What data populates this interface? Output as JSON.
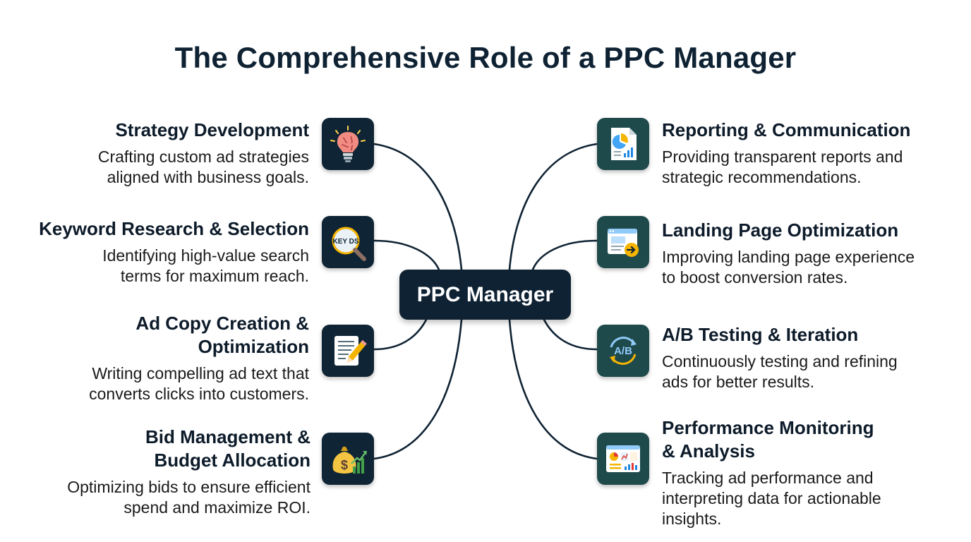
{
  "title": "The Comprehensive Role of a PPC Manager",
  "hub": {
    "label": "PPC Manager"
  },
  "colors": {
    "navy": "#0e2233",
    "teal": "#1f4a4c",
    "connector": "#0e2233"
  },
  "left_nodes": [
    {
      "title": "Strategy Development",
      "description": "Crafting custom ad strategies\naligned with business goals.",
      "icon": "brain-lightbulb-icon"
    },
    {
      "title": "Keyword Research & Selection",
      "description": "Identifying high-value search\nterms for maximum reach.",
      "icon": "keywords-magnifier-icon",
      "icon_text": "KEY  DS"
    },
    {
      "title": "Ad Copy Creation &\nOptimization",
      "description": "Writing compelling ad text  that\nconverts clicks into customers.",
      "icon": "document-pencil-icon"
    },
    {
      "title": "Bid Management &\nBudget Allocation",
      "description": "Optimizing bids to ensure efficient\nspend and maximize ROI.",
      "icon": "money-bag-growth-icon",
      "icon_text": "$"
    }
  ],
  "right_nodes": [
    {
      "title": "Reporting & Communication",
      "description": "Providing transparent reports and\nstrategic recommendations.",
      "icon": "report-document-icon"
    },
    {
      "title": "Landing Page Optimization",
      "description": "Improving landing page experience\nto boost conversion rates.",
      "icon": "landing-page-arrow-icon"
    },
    {
      "title": "A/B Testing & Iteration",
      "description": "Continuously testing and refining\nads for better results.",
      "icon": "ab-cycle-icon",
      "icon_text": "A/B"
    },
    {
      "title": "Performance Monitoring\n& Analysis",
      "description": "Tracking ad performance and\ninterpreting data for actionable\ninsights.",
      "icon": "analytics-dashboard-icon"
    }
  ]
}
